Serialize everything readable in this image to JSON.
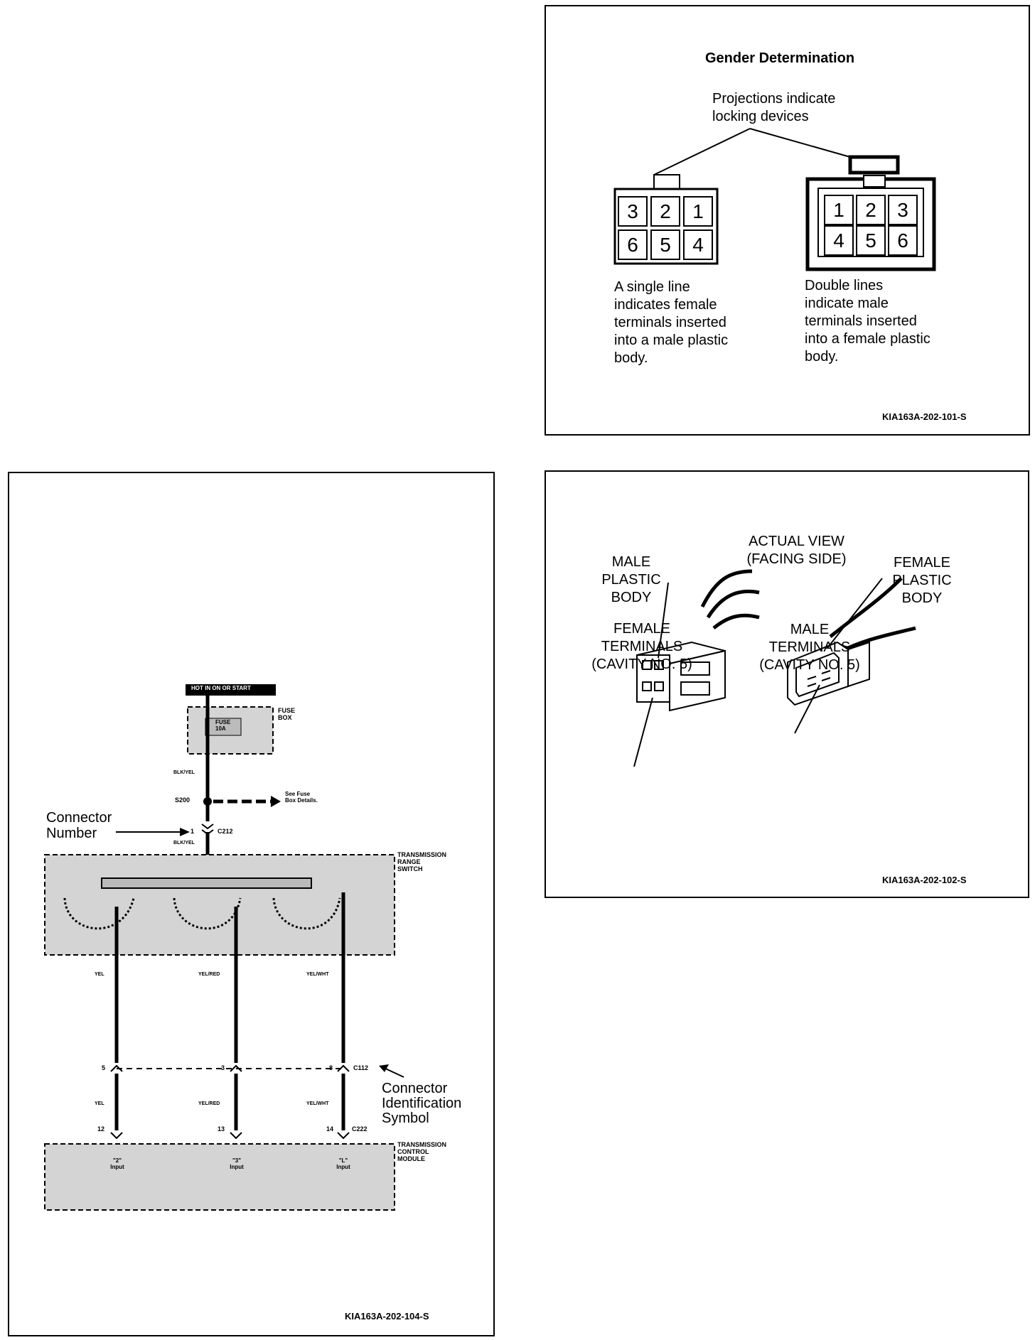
{
  "gender": {
    "title": "Gender Determination",
    "projection_note": "Projections indicate\nlocking devices",
    "female_cells": [
      "3",
      "2",
      "1",
      "6",
      "5",
      "4"
    ],
    "male_cells": [
      "1",
      "2",
      "3",
      "4",
      "5",
      "6"
    ],
    "single_line_note": "A single line\nindicates female\nterminals inserted\ninto a male plastic\nbody.",
    "double_line_note": "Double lines\nindicate male\nterminals inserted\ninto a female plastic\nbody.",
    "code": "KIA163A-202-101-S"
  },
  "actual": {
    "title": "ACTUAL VIEW\n(FACING SIDE)",
    "male_body": "MALE\nPLASTIC\nBODY",
    "female_body": "FEMALE\nPLASTIC\nBODY",
    "female_terminals": "FEMALE\nTERMINALS\n(CAVITY NO. 5)",
    "male_terminals": "MALE\nTERMINALS\n(CAVITY NO. 5)",
    "code": "KIA163A-202-102-S"
  },
  "wiring": {
    "top_label": "HOT IN ON OR START",
    "fuse_box": "FUSE\nBOX",
    "fuse_inner": "FUSE\n10A",
    "wire_blk_yel_1": "BLK/YEL",
    "splice": "S200",
    "see_fuse": "See Fuse\nBox Details.",
    "connector_number_label": "Connector\nNumber",
    "c212_pin": "1",
    "c212": "C212",
    "wire_blk_yel_2": "BLK/YEL",
    "trs": "TRANSMISSION\nRANGE\nSWITCH",
    "wire_yel": "YEL",
    "wire_yel_red": "YEL/RED",
    "wire_yel_wht": "YEL/WHT",
    "c112_pins": [
      "5",
      "3",
      "8"
    ],
    "c112": "C112",
    "connector_id_label": "Connector\nIdentification\nSymbol",
    "c222_pins": [
      "12",
      "13",
      "14"
    ],
    "c222": "C222",
    "tcm": "TRANSMISSION\nCONTROL\nMODULE",
    "tcm_inputs": [
      "\"2\"\nInput",
      "\"3\"\nInput",
      "\"L\"\nInput"
    ],
    "code": "KIA163A-202-104-S"
  }
}
